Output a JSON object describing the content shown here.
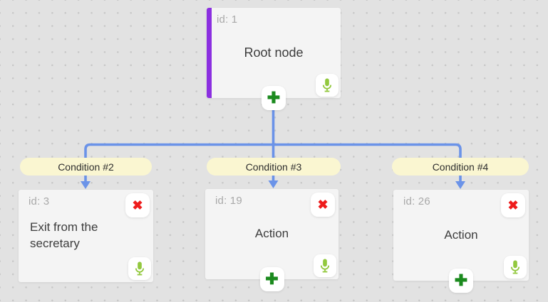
{
  "diagram": {
    "type": "dialog-tree-editor",
    "root_node": {
      "id_label": "id: 1",
      "title": "Root node"
    },
    "branches": [
      {
        "condition_label": "Condition #2",
        "node": {
          "id_label": "id: 3",
          "title": "Exit from the secretary"
        }
      },
      {
        "condition_label": "Condition #3",
        "node": {
          "id_label": "id: 19",
          "title": "Action"
        }
      },
      {
        "condition_label": "Condition #4",
        "node": {
          "id_label": "id: 26",
          "title": "Action"
        }
      }
    ]
  },
  "icons": {
    "add_glyph": "✚",
    "delete_glyph": "✖",
    "mic_name": "microphone-icon"
  },
  "colors": {
    "canvas_bg": "#e2e2e2",
    "grid_dot": "#c7c7c7",
    "node_bg": "#f4f4f4",
    "accent_purple": "#8b2fe0",
    "connector_blue": "#6b93e8",
    "condition_pill_bg": "#faf6d1",
    "add_green": "#1b8a1e",
    "mic_green": "#92c83e",
    "delete_red": "#ee1c1c",
    "id_label_gray": "#a9a9a9",
    "text_dark": "#3d3d3d"
  }
}
